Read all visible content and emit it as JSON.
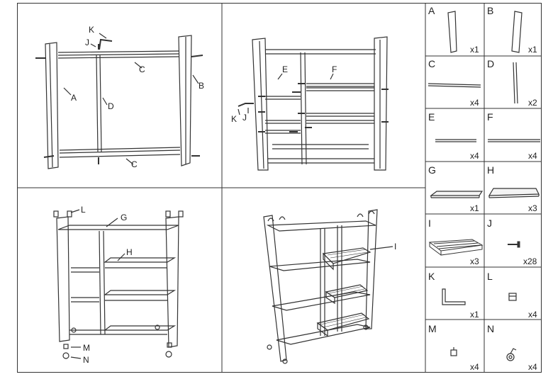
{
  "step1": {
    "labels": {
      "K": "K",
      "J": "J",
      "C_top": "C",
      "A": "A",
      "B": "B",
      "D": "D",
      "C_bottom": "C"
    }
  },
  "step2": {
    "labels": {
      "E": "E",
      "F": "F",
      "K": "K",
      "J": "J"
    }
  },
  "step3": {
    "labels": {
      "L": "L",
      "G": "G",
      "H": "H",
      "M": "M",
      "N": "N"
    }
  },
  "step4": {
    "labels": {
      "I": "I"
    }
  },
  "parts": [
    {
      "letter": "A",
      "qty": "x1",
      "icon": "side-frame-a-icon"
    },
    {
      "letter": "B",
      "qty": "x1",
      "icon": "side-frame-b-icon"
    },
    {
      "letter": "C",
      "qty": "x4",
      "icon": "long-tube-icon"
    },
    {
      "letter": "D",
      "qty": "x2",
      "icon": "vertical-tube-icon"
    },
    {
      "letter": "E",
      "qty": "x4",
      "icon": "short-bar-icon"
    },
    {
      "letter": "F",
      "qty": "x4",
      "icon": "long-bar-icon"
    },
    {
      "letter": "G",
      "qty": "x1",
      "icon": "top-shelf-board-icon"
    },
    {
      "letter": "H",
      "qty": "x3",
      "icon": "shelf-board-icon"
    },
    {
      "letter": "I",
      "qty": "x3",
      "icon": "wire-basket-icon"
    },
    {
      "letter": "J",
      "qty": "x28",
      "icon": "screw-icon"
    },
    {
      "letter": "K",
      "qty": "x1",
      "icon": "allen-key-icon"
    },
    {
      "letter": "L",
      "qty": "x4",
      "icon": "top-cap-icon"
    },
    {
      "letter": "M",
      "qty": "x4",
      "icon": "foot-cap-icon"
    },
    {
      "letter": "N",
      "qty": "x4",
      "icon": "caster-wheel-icon"
    }
  ]
}
